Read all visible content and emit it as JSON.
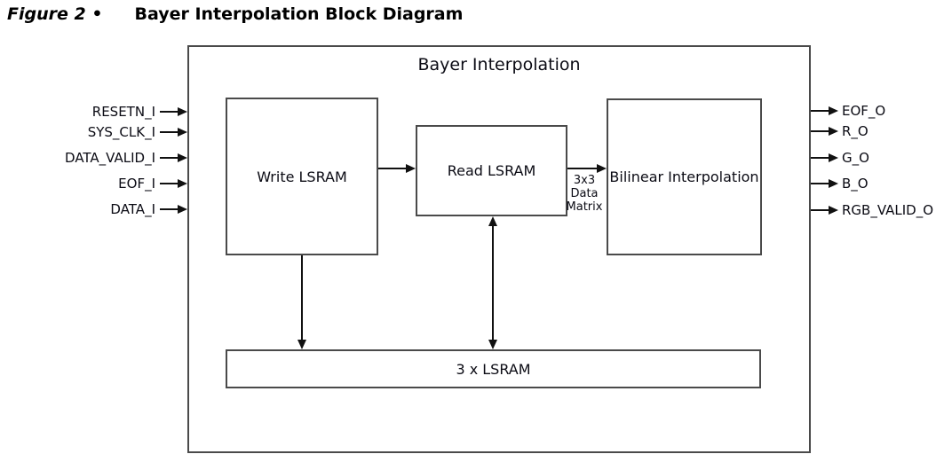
{
  "figure": {
    "label": "Figure 2 •",
    "title": "Bayer Interpolation Block Diagram"
  },
  "diagram": {
    "title": "Bayer Interpolation",
    "blocks": {
      "write_lsram": "Write LSRAM",
      "read_lsram": "Read LSRAM",
      "bilinear_interpolation": "Bilinear Interpolation",
      "lsram_array": "3 x LSRAM"
    },
    "inputs": [
      {
        "label": "RESETN_I"
      },
      {
        "label": "SYS_CLK_I"
      },
      {
        "label": "DATA_VALID_I"
      },
      {
        "label": "EOF_I"
      },
      {
        "label": "DATA_I"
      }
    ],
    "outputs": [
      {
        "label": "EOF_O"
      },
      {
        "label": "R_O"
      },
      {
        "label": "G_O"
      },
      {
        "label": "B_O"
      },
      {
        "label": "RGB_VALID_O"
      }
    ],
    "bus_label": "3x3\nData\nMatrix"
  },
  "colors": {
    "background": "#ffffff",
    "box_border": "#4a4a4a",
    "wire": "#111111",
    "text": "#000000"
  }
}
